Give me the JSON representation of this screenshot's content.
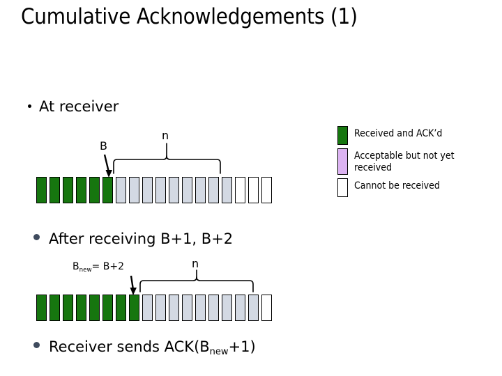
{
  "slide": {
    "title": "Cumulative Acknowledgements (1)"
  },
  "bullets": {
    "at_receiver": "At receiver",
    "after_receiving": "After receiving B+1, B+2",
    "receiver_sends_prefix": "Receiver sends ACK(B",
    "receiver_sends_sub": "new",
    "receiver_sends_suffix": "+1)"
  },
  "diagram_one": {
    "pointer_label": "B",
    "span_label": "n",
    "cells": [
      {
        "state": "green"
      },
      {
        "state": "green"
      },
      {
        "state": "green"
      },
      {
        "state": "green"
      },
      {
        "state": "green"
      },
      {
        "state": "green"
      },
      {
        "state": "accept"
      },
      {
        "state": "accept"
      },
      {
        "state": "accept"
      },
      {
        "state": "accept"
      },
      {
        "state": "accept"
      },
      {
        "state": "accept"
      },
      {
        "state": "accept"
      },
      {
        "state": "accept"
      },
      {
        "state": "accept"
      },
      {
        "state": "none"
      },
      {
        "state": "none"
      },
      {
        "state": "none"
      }
    ],
    "counts": {
      "green": 6,
      "accept": 9,
      "none": 3,
      "total": 18
    }
  },
  "diagram_two": {
    "pointer_label_prefix": "B",
    "pointer_label_sub": "new",
    "pointer_label_suffix": "= B+2",
    "span_label": "n",
    "cells": [
      {
        "state": "green"
      },
      {
        "state": "green"
      },
      {
        "state": "green"
      },
      {
        "state": "green"
      },
      {
        "state": "green"
      },
      {
        "state": "green"
      },
      {
        "state": "green"
      },
      {
        "state": "green"
      },
      {
        "state": "accept"
      },
      {
        "state": "accept"
      },
      {
        "state": "accept"
      },
      {
        "state": "accept"
      },
      {
        "state": "accept"
      },
      {
        "state": "accept"
      },
      {
        "state": "accept"
      },
      {
        "state": "accept"
      },
      {
        "state": "accept"
      },
      {
        "state": "none"
      }
    ],
    "counts": {
      "green": 8,
      "accept": 9,
      "none": 1,
      "total": 18
    }
  },
  "legend": {
    "items": [
      {
        "label": "Received and ACK’d",
        "swatch": "green"
      },
      {
        "label": "Acceptable but not yet received",
        "swatch": "accept"
      },
      {
        "label": "Cannot be received",
        "swatch": "none"
      }
    ]
  },
  "colors": {
    "received_green": "#16760f",
    "acceptable_legend": "#dcb3f2",
    "acceptable_cell": "#d3d9e3",
    "cannot_receive": "#ffffff",
    "outline": "#000000",
    "bullet_large": "#3f4b5e",
    "text": "#000000",
    "background": "#ffffff"
  }
}
